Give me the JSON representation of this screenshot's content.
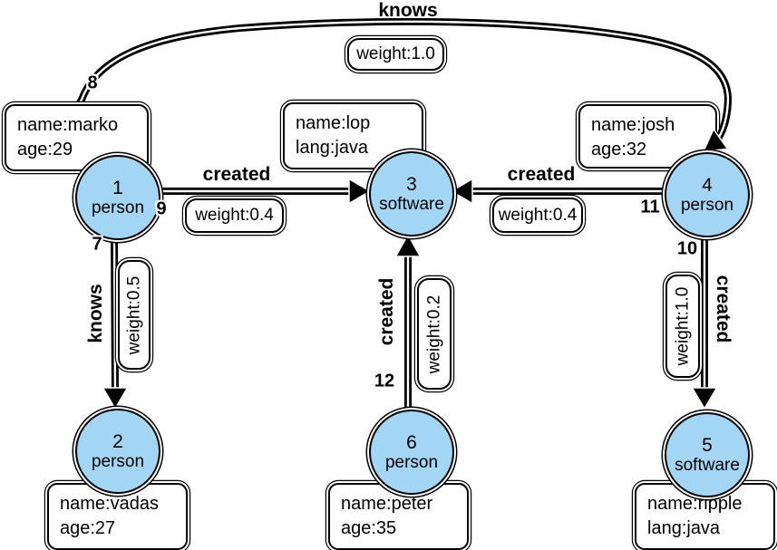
{
  "colors": {
    "node_fill": "#A3D5F5",
    "edge": "#000000",
    "box_fill": "#FFFFFF",
    "text": "#000000"
  },
  "nodes": [
    {
      "id": "1",
      "type": "person",
      "props": [
        "name:marko",
        "age:29"
      ]
    },
    {
      "id": "2",
      "type": "person",
      "props": [
        "name:vadas",
        "age:27"
      ]
    },
    {
      "id": "3",
      "type": "software",
      "props": [
        "name:lop",
        "lang:java"
      ]
    },
    {
      "id": "4",
      "type": "person",
      "props": [
        "name:josh",
        "age:32"
      ]
    },
    {
      "id": "5",
      "type": "software",
      "props": [
        "name:ripple",
        "lang:java"
      ]
    },
    {
      "id": "6",
      "type": "person",
      "props": [
        "name:peter",
        "age:35"
      ]
    }
  ],
  "edges": [
    {
      "id": "7",
      "label": "knows",
      "weight": "weight:0.5",
      "from": "1",
      "to": "2"
    },
    {
      "id": "8",
      "label": "knows",
      "weight": "weight:1.0",
      "from": "1",
      "to": "4"
    },
    {
      "id": "9",
      "label": "created",
      "weight": "weight:0.4",
      "from": "1",
      "to": "3"
    },
    {
      "id": "10",
      "label": "created",
      "weight": "weight:1.0",
      "from": "4",
      "to": "5"
    },
    {
      "id": "11",
      "label": "created",
      "weight": "weight:0.4",
      "from": "4",
      "to": "3"
    },
    {
      "id": "12",
      "label": "created",
      "weight": "weight:0.2",
      "from": "6",
      "to": "3"
    }
  ]
}
